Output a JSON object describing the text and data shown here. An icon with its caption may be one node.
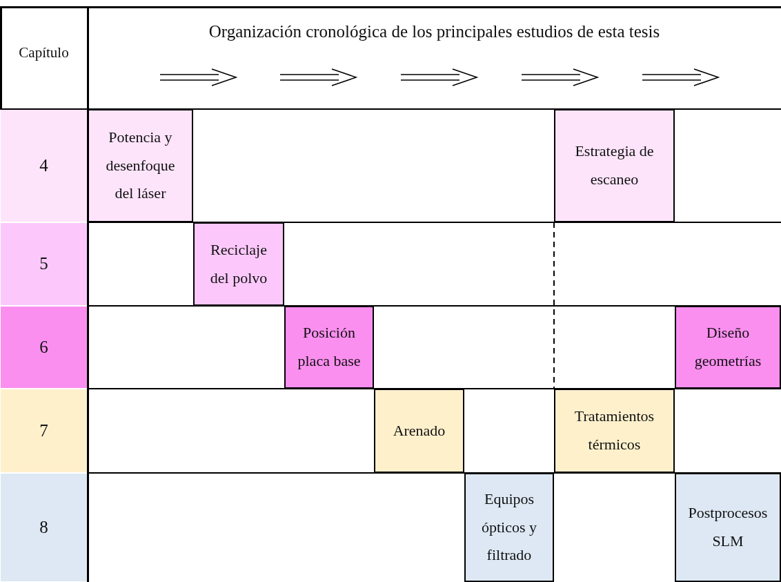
{
  "diagram": {
    "title": "Organización cronológica de los principales estudios de esta tesis",
    "nodes": [
      {
        "text": [
          "4"
        ]
      },
      {
        "text": [
          "Potencia y desenfoque del láser"
        ]
      },
      {
        "text": [
          "Estrategia de escaneo"
        ]
      },
      {
        "text": [
          "5"
        ]
      },
      {
        "text": [
          "Reciclaje del polvo"
        ]
      },
      {
        "text": [
          "6"
        ]
      },
      {
        "text": [
          "Posición placa base"
        ]
      },
      {
        "text": [
          "Diseño geometrías"
        ]
      },
      {
        "text": [
          "7"
        ]
      },
      {
        "text": [
          "Arenado"
        ]
      },
      {
        "text": [
          "Tratamientos térmicos"
        ]
      },
      {
        "text": [
          "8"
        ]
      },
      {
        "text": [
          "Equipos ópticos y filtrado"
        ]
      },
      {
        "text": [
          "Postprocesos SLM"
        ]
      }
    ],
    "edges": [
      {
        "from": 2,
        "to": 10,
        "arrow": "none",
        "style": "dashed"
      }
    ],
    "labels": [
      "Capítulo"
    ]
  }
}
